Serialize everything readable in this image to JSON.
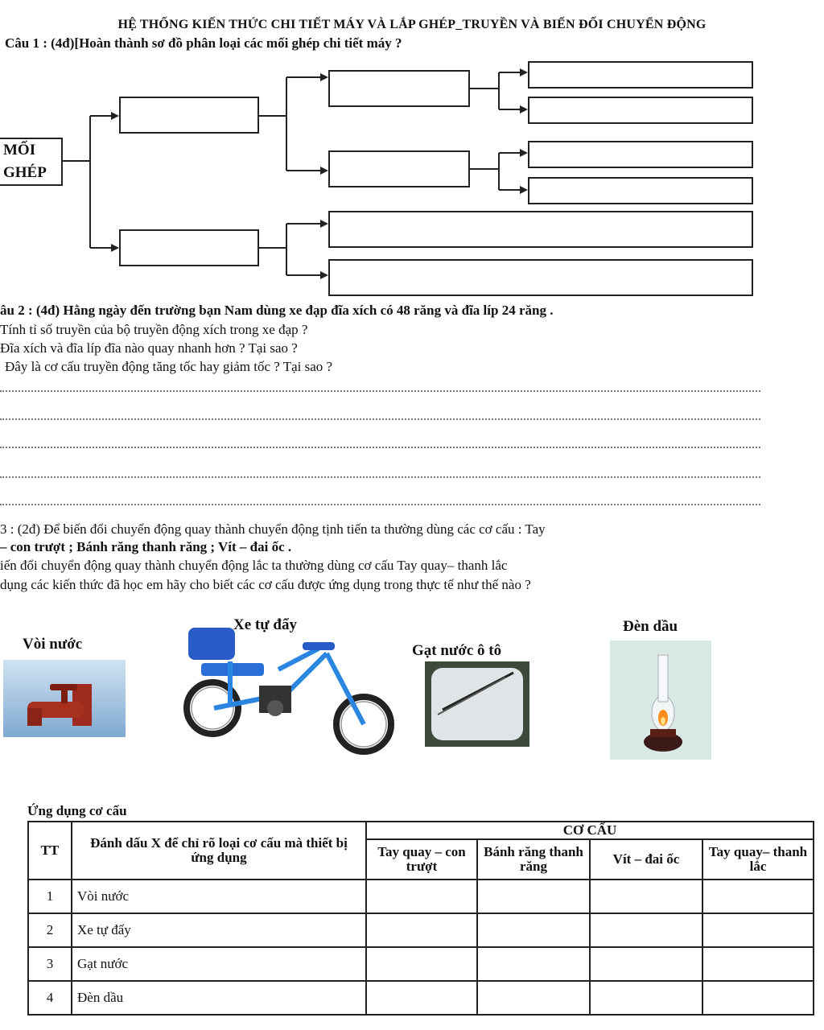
{
  "header": "HỆ THỐNG KIẾN THỨC CHI TIẾT MÁY VÀ LẮP GHÉP_TRUYỀN VÀ BIẾN ĐỔI CHUYỂN ĐỘNG",
  "q1": {
    "text": "Câu 1 : (4đ)[Hoàn thành sơ đồ phân loại các mối ghép chi tiết máy ?",
    "root_line1": "MỐI",
    "root_line2": "GHÉP"
  },
  "q2": {
    "line1": "âu 2 : (4đ) Hằng ngày đến trường bạn Nam dùng xe đạp đĩa xích có 48 răng và đĩa líp 24 răng .",
    "line2": "Tính tỉ số truyền của bộ truyền động xích trong xe đạp ?",
    "line3": "Đĩa xích và đĩa líp đĩa nào quay nhanh hơn ? Tại sao ?",
    "line4": "Đây là cơ cấu truyền động tăng tốc hay giảm tốc ? Tại sao ?"
  },
  "q3": {
    "line1": "3 : (2đ) Để biến đổi chuyển động quay thành chuyển động tịnh tiến ta thường dùng các cơ cấu : Tay",
    "line2": "– con trượt ; Bánh răng thanh răng ; Vít – đai ốc .",
    "line3": "iến đổi chuyển động quay thành chuyển động lắc ta thường dùng cơ cấu Tay quay– thanh lắc",
    "line4": "dụng các kiến thức đã học em hãy cho biết các cơ cấu được ứng dụng trong thực tế như thế nào ?"
  },
  "images": {
    "faucet": "Vòi nước",
    "tricycle": "Xe tự đẩy",
    "wiper": "Gạt nước ô tô",
    "lamp": "Đèn dầu"
  },
  "table": {
    "caption": "Ứng dụng cơ cấu",
    "col_tt": "TT",
    "col_mark": "Đánh dấu X để chỉ rõ loại cơ cấu mà thiết bị ứng dụng",
    "group": "CƠ CẤU",
    "mech": [
      "Tay quay – con trượt",
      "Bánh răng thanh răng",
      "Vít – đai ốc",
      "Tay quay– thanh lắc"
    ],
    "rows": [
      {
        "tt": "1",
        "name": "Vòi nước"
      },
      {
        "tt": "2",
        "name": "Xe tự đẩy"
      },
      {
        "tt": "3",
        "name": "Gạt nước"
      },
      {
        "tt": "4",
        "name": "Đèn dầu"
      }
    ]
  }
}
